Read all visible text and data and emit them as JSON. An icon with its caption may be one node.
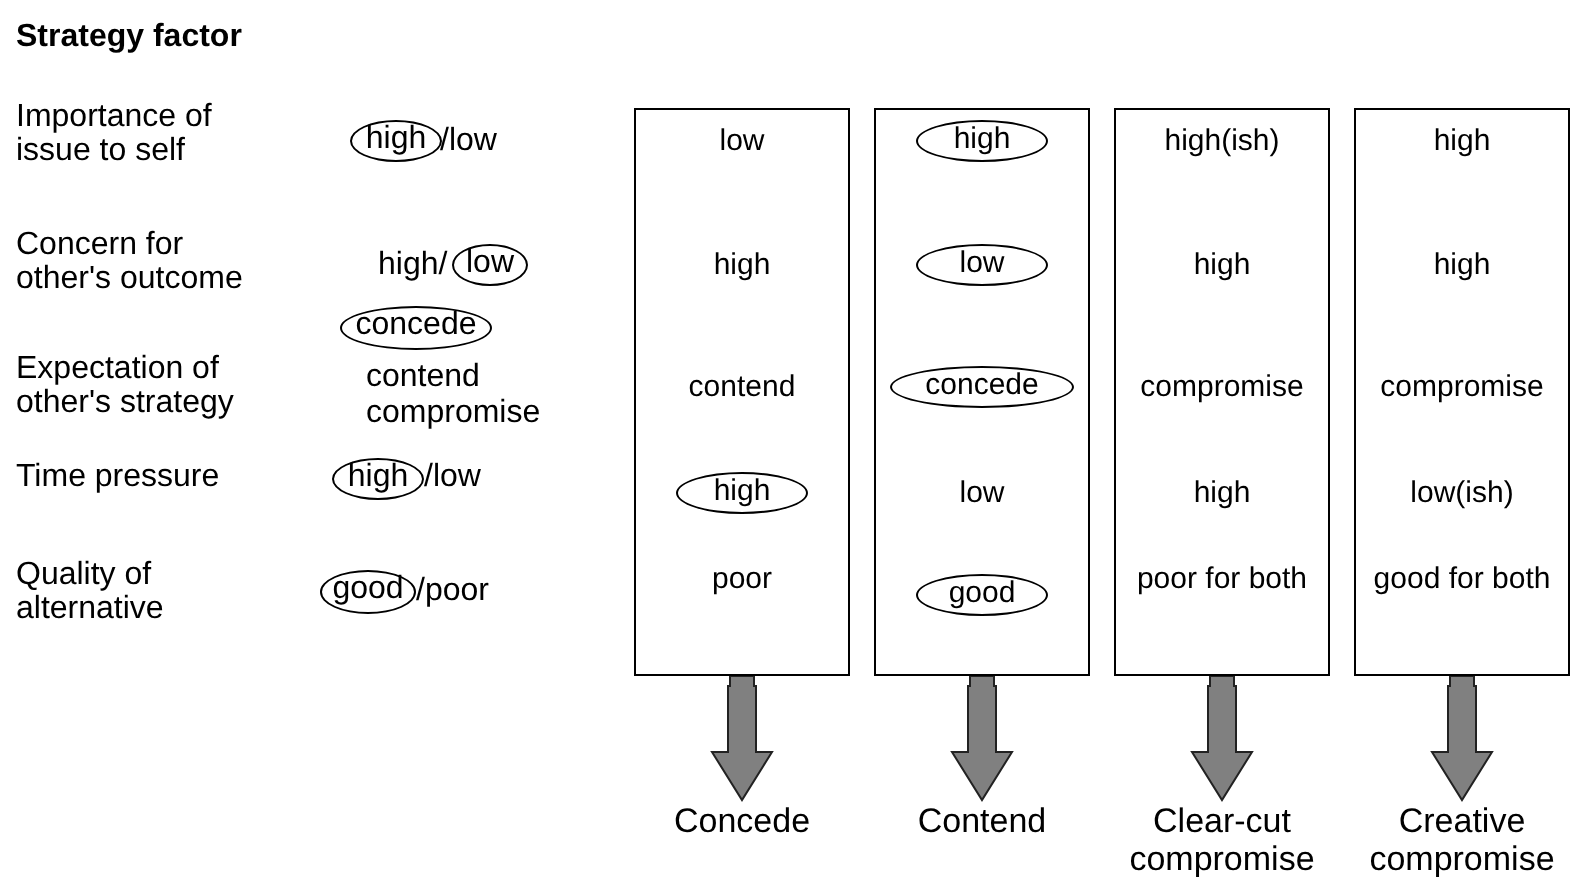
{
  "diagram": {
    "nodes": [
      {
        "text": [
          "high"
        ]
      },
      {
        "text": [
          "low"
        ]
      },
      {
        "text": [
          "concede"
        ]
      },
      {
        "text": [
          "high"
        ]
      },
      {
        "text": [
          "good"
        ]
      },
      {
        "text": [
          "low",
          "high",
          "contend",
          "poor"
        ]
      },
      {
        "text": [
          "high"
        ],
        "in": 5
      },
      {
        "text": [
          "low"
        ]
      },
      {
        "text": [
          "high"
        ],
        "in": 7
      },
      {
        "text": [
          "low"
        ],
        "in": 7
      },
      {
        "text": [
          "concede"
        ],
        "in": 7
      },
      {
        "text": [
          "good"
        ],
        "in": 7
      },
      {
        "text": [
          "high(ish)",
          "high",
          "compromise",
          "high",
          "poor for both"
        ]
      },
      {
        "text": [
          "high",
          "high",
          "compromise",
          "low(ish)",
          "good for both"
        ]
      },
      {
        "text": [
          "Concede"
        ]
      },
      {
        "text": [
          "Contend"
        ]
      },
      {
        "text": [
          "Clear-cut compromise"
        ]
      },
      {
        "text": [
          "Creative compromise"
        ]
      }
    ],
    "edges": [
      {
        "from": 5,
        "to": 14,
        "arrow": "to"
      },
      {
        "from": 7,
        "to": 15,
        "arrow": "to"
      },
      {
        "from": 12,
        "to": 16,
        "arrow": "to"
      },
      {
        "from": 13,
        "to": 17,
        "arrow": "to"
      }
    ],
    "labels": [
      "Strategy factor",
      "Importance of issue to self",
      "/low",
      "Concern for other's outcome",
      "high/",
      "Expectation of other's strategy",
      "contend",
      "compromise",
      "Time pressure",
      "/low",
      "Quality of alternative",
      "/poor"
    ]
  }
}
